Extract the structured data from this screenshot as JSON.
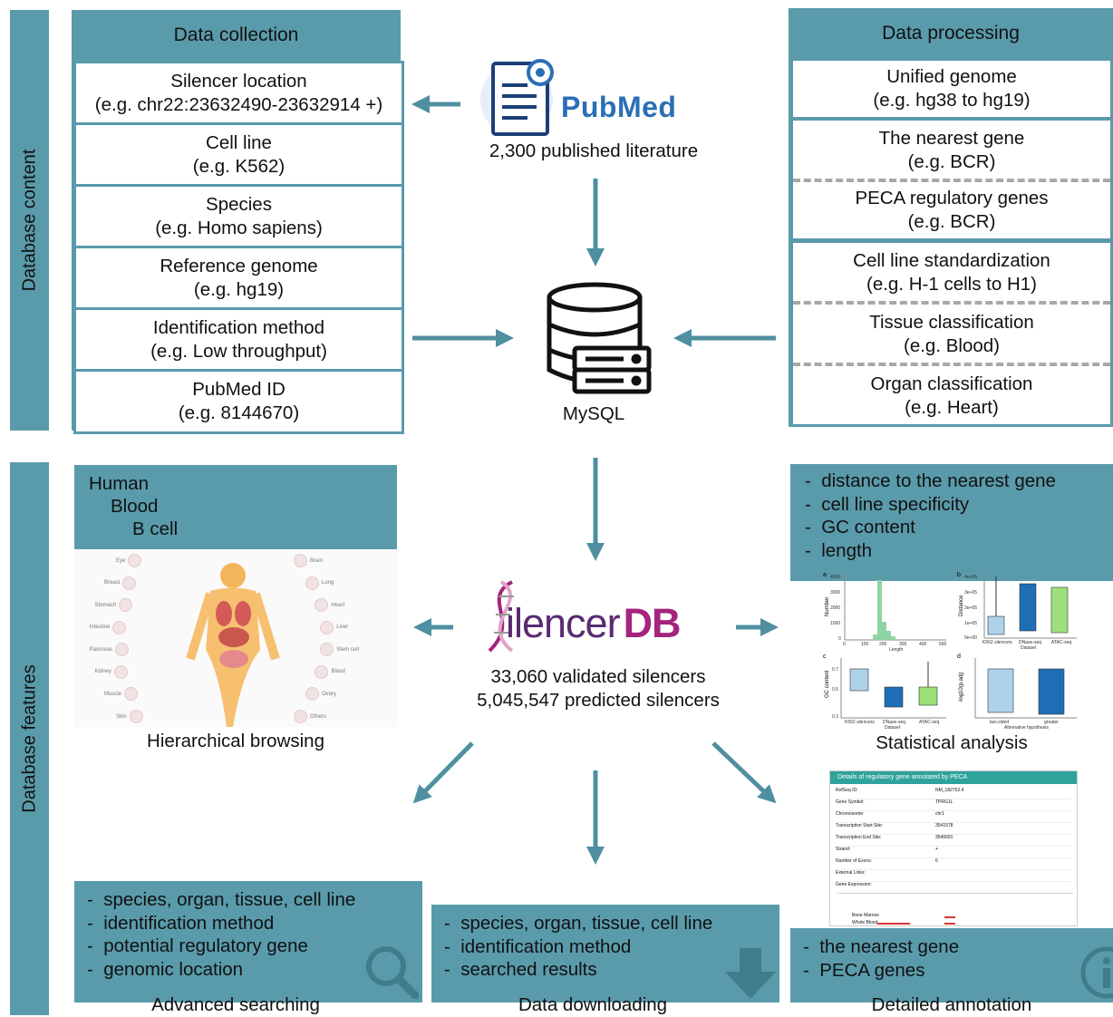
{
  "sections": {
    "content_label": "Database content",
    "features_label": "Database features"
  },
  "collection": {
    "title": "Data collection",
    "items": [
      {
        "name": "Silencer location",
        "example": "(e.g. chr22:23632490-23632914 +)"
      },
      {
        "name": "Cell line",
        "example": "(e.g. K562)"
      },
      {
        "name": "Species",
        "example": "(e.g. Homo sapiens)"
      },
      {
        "name": "Reference genome",
        "example": "(e.g. hg19)"
      },
      {
        "name": "Identification method",
        "example": "(e.g. Low throughput)"
      },
      {
        "name": "PubMed ID",
        "example": "(e.g. 8144670)"
      }
    ]
  },
  "processing": {
    "title": "Data  processing",
    "items": [
      {
        "name": "Unified genome",
        "example": "(e.g. hg38 to hg19)"
      },
      {
        "name": "The nearest gene",
        "example": "(e.g. BCR)"
      },
      {
        "name": "PECA regulatory genes",
        "example": "(e.g. BCR)"
      },
      {
        "name": "Cell line standardization",
        "example": "(e.g. H-1 cells to H1)"
      },
      {
        "name": "Tissue classification",
        "example": "(e.g. Blood)"
      },
      {
        "name": "Organ classification",
        "example": "(e.g. Heart)"
      }
    ]
  },
  "pubmed": {
    "logo_text_a": "Pub",
    "logo_text_b": "Med",
    "caption": "2,300 published literature",
    "icon": "document-gear-icon"
  },
  "mysql": {
    "label": "MySQL",
    "icon": "database-server-icon"
  },
  "silencerdb": {
    "logo_text_a": "ilencer",
    "logo_text_b": "DB",
    "validated": "33,060 validated silencers",
    "predicted": "5,045,547 predicted silencers"
  },
  "hierarchy": {
    "levels": [
      "Human",
      "Blood",
      "B cell"
    ],
    "caption": "Hierarchical browsing",
    "organs_left": [
      "Eye",
      "Breast",
      "Stomach",
      "Intestine",
      "Pancreas",
      "Kidney",
      "Muscle",
      "Skin"
    ],
    "organs_right": [
      "Brain",
      "Lung",
      "Heart",
      "Liver",
      "Stem cell",
      "Blood",
      "Ovary",
      "Others"
    ]
  },
  "statistics": {
    "items": [
      "distance to the nearest gene",
      "cell line specificity",
      "GC content",
      "length"
    ],
    "caption": "Statistical analysis",
    "panels": {
      "a": {
        "letter": "a",
        "xlabel": "Length",
        "ylabel": "Number",
        "yticks": [
          "4000",
          "3000",
          "2000",
          "1000",
          "0"
        ],
        "xticks": [
          "0",
          "100",
          "200",
          "300",
          "400",
          "500"
        ]
      },
      "b": {
        "letter": "b",
        "xlabel": "Dataset",
        "ylabel": "Distance",
        "yticks": [
          "4e+05",
          "3e+05",
          "2e+05",
          "1e+05",
          "0e+00"
        ],
        "cats": [
          "K562 silencers",
          "DNase-seq",
          "ATAC-seq"
        ]
      },
      "c": {
        "letter": "c",
        "xlabel": "Dataset",
        "ylabel": "GC content",
        "yticks": [
          "0.7",
          "0.5",
          "0.3"
        ],
        "cats": [
          "K562 silencers",
          "DNase-seq",
          "ATAC-seq"
        ]
      },
      "d": {
        "letter": "d",
        "xlabel": "Alternative hypothesis",
        "ylabel": "-log10(p.adj)",
        "cats": [
          "two.sided",
          "greater"
        ]
      }
    }
  },
  "annotation_shot": {
    "header": "Details of regulatory gene annotated by PECA",
    "rows": [
      {
        "k": "RefSeq ID:",
        "v": "NM_182752.4"
      },
      {
        "k": "Gene Symbol:",
        "v": "TPRG1L"
      },
      {
        "k": "Chromosome:",
        "v": "chr1"
      },
      {
        "k": "Transcription Start Site:",
        "v": "3541578"
      },
      {
        "k": "Transcription End Site:",
        "v": "3546691"
      },
      {
        "k": "Strand:",
        "v": "+"
      },
      {
        "k": "Number of Exons:",
        "v": "6"
      },
      {
        "k": "External Links:",
        "v": ""
      },
      {
        "k": "Gene Expression:",
        "v": ""
      }
    ],
    "sample_rows": [
      "Bone Marrow",
      "Whole Blood"
    ]
  },
  "searching": {
    "items": [
      "species, organ, tissue, cell line",
      "identification method",
      "potential regulatory gene",
      "genomic location"
    ],
    "caption": "Advanced searching",
    "icon": "magnifier-icon"
  },
  "downloading": {
    "items": [
      "species, organ, tissue, cell line",
      "identification method",
      "searched results"
    ],
    "caption": "Data downloading",
    "icon": "download-arrow-icon"
  },
  "annotation": {
    "items": [
      "the nearest gene",
      "PECA genes"
    ],
    "caption": "Detailed annotation",
    "icon": "info-icon"
  },
  "colors": {
    "teal": "#5a9bab",
    "arrow": "#4f8fa0",
    "pubmed_blue": "#2a6fb5",
    "db_purple": "#a4247e",
    "chart_green": "#8fd4a3",
    "chart_blue": "#1f6db5",
    "chart_light": "#aed2ea",
    "chart_lime": "#9be07a"
  }
}
